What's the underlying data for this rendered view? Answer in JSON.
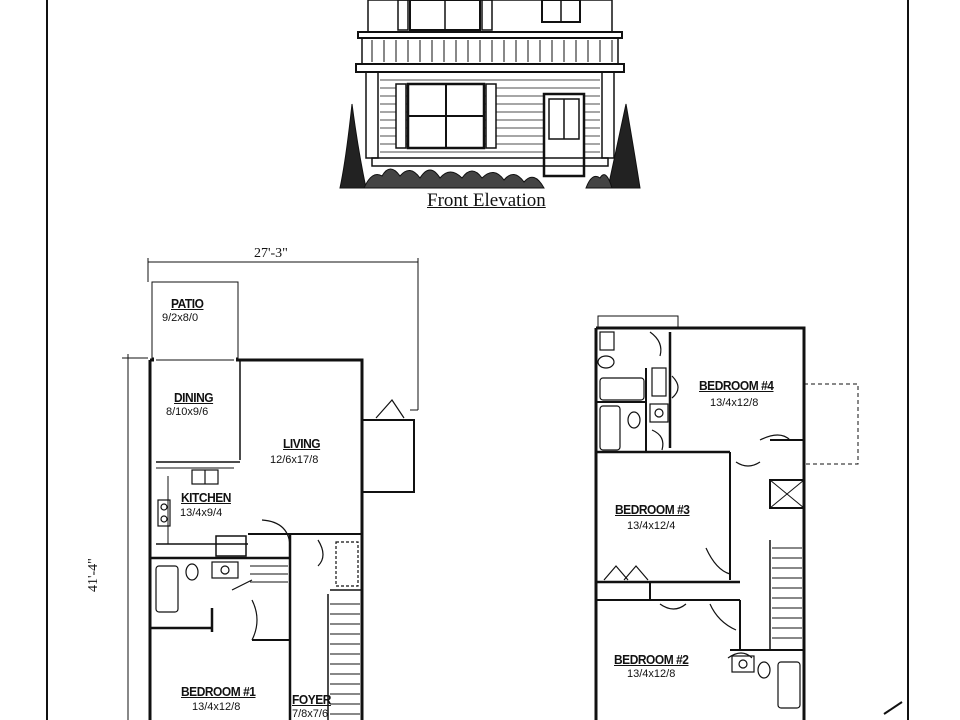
{
  "elevation": {
    "caption": "Front Elevation"
  },
  "dimensions": {
    "width": "27'-3\"",
    "depth": "41'-4\""
  },
  "rooms": {
    "patio": {
      "name": "PATIO",
      "size": "9/2x8/0"
    },
    "dining": {
      "name": "DINING",
      "size": "8/10x9/6"
    },
    "living": {
      "name": "LIVING",
      "size": "12/6x17/8"
    },
    "kitchen": {
      "name": "KITCHEN",
      "size": "13/4x9/4"
    },
    "bedroom1": {
      "name": "BEDROOM #1",
      "size": "13/4x12/8"
    },
    "foyer": {
      "name": "FOYER",
      "size": "7/8x7/6"
    },
    "bedroom2": {
      "name": "BEDROOM #2",
      "size": "13/4x12/8"
    },
    "bedroom3": {
      "name": "BEDROOM #3",
      "size": "13/4x12/4"
    },
    "bedroom4": {
      "name": "BEDROOM #4",
      "size": "13/4x12/8"
    }
  }
}
